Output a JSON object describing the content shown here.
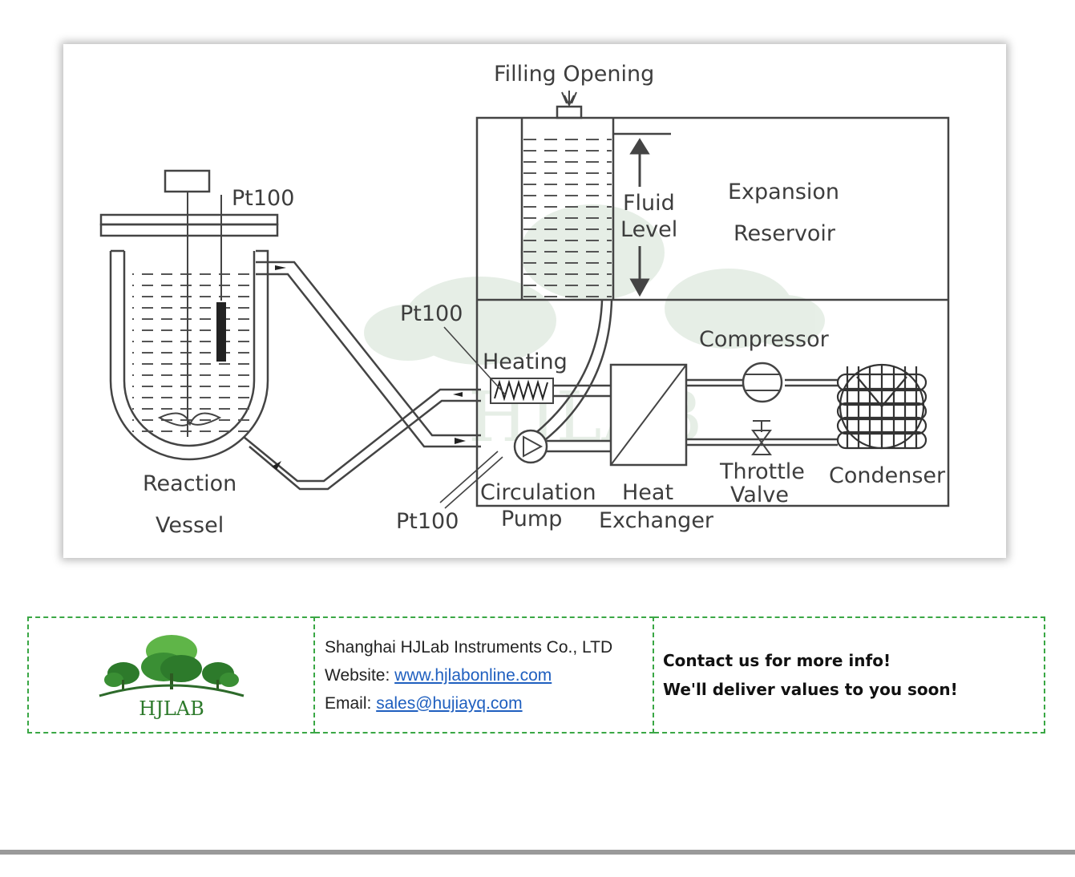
{
  "diagram": {
    "labels": {
      "filling_opening": "Filling Opening",
      "fluid": "Fluid",
      "level": "Level",
      "expansion": "Expansion",
      "reservoir": "Reservoir",
      "pt100_top": "Pt100",
      "pt100_mid": "Pt100",
      "pt100_bottom": "Pt100",
      "heating": "Heating",
      "compressor": "Compressor",
      "reaction": "Reaction",
      "vessel": "Vessel",
      "circulation": "Circulation",
      "pump": "Pump",
      "heat": "Heat",
      "exchanger": "Exchanger",
      "throttle": "Throttle",
      "valve": "Valve",
      "condenser": "Condenser"
    },
    "watermark": "HJLAB"
  },
  "contact": {
    "logo_text": "HJLAB",
    "company": "Shanghai HJLab Instruments Co., LTD",
    "website_label": "Website: ",
    "website_url": "www.hjlabonline.com",
    "email_label": "Email: ",
    "email": "sales@hujiayq.com",
    "message_1": "Contact us for more info!",
    "message_2": "We'll deliver values to you soon!"
  },
  "colors": {
    "border_green": "#3aa745",
    "link_blue": "#1f5fbf",
    "tree_dark": "#2d7a2b",
    "tree_light": "#5fb548"
  }
}
